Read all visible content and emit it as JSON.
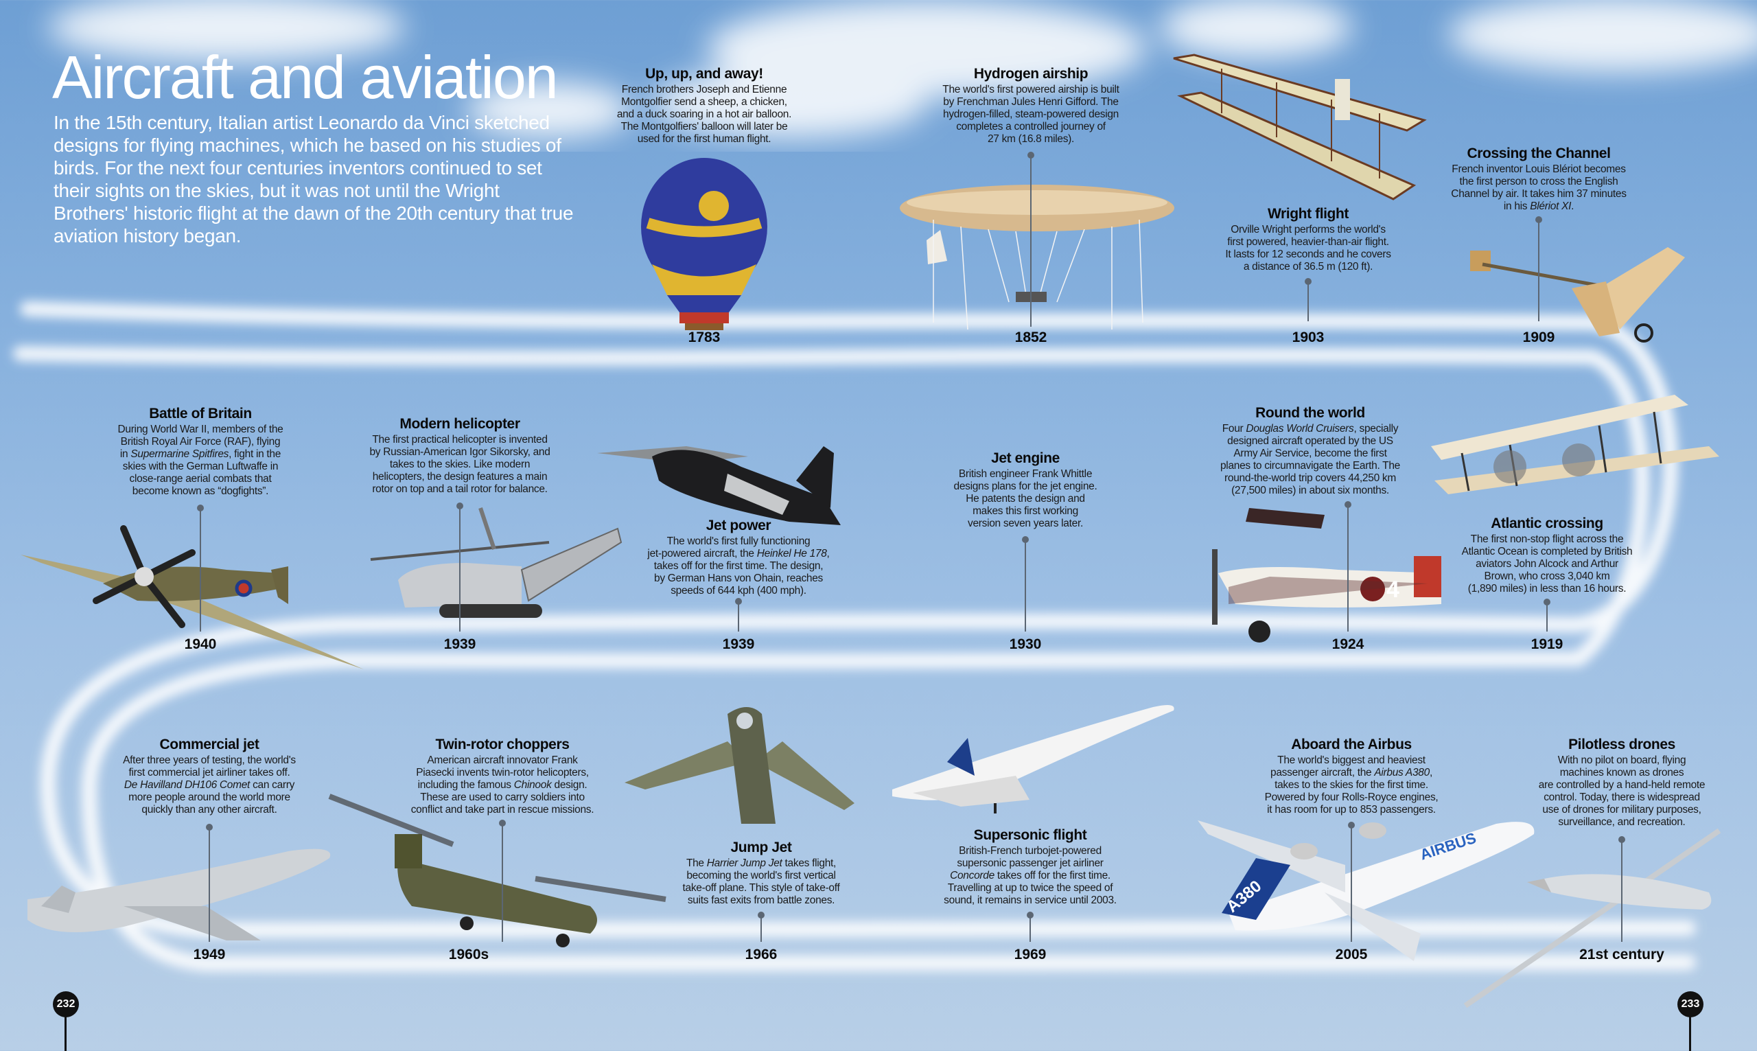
{
  "page": {
    "title": "Aircraft and aviation",
    "intro": "In the 15th century, Italian artist Leonardo da Vinci sketched designs for flying machines, which he based on his studies of birds. For the next four centuries inventors continued to set their sights on the skies, but it was not until the Wright Brothers' historic flight at the dawn of the 20th century that true aviation history began.",
    "page_left": "232",
    "page_right": "233"
  },
  "entries": [
    {
      "title": "Up, up, and away!",
      "year": "1783",
      "italic": [],
      "lines": [
        "French brothers Joseph and Etienne",
        "Montgolfier send a sheep, a chicken,",
        "and a duck soaring in a hot air balloon.",
        "The Montgolfiers' balloon will later be",
        "used for the first human flight."
      ]
    },
    {
      "title": "Hydrogen airship",
      "year": "1852",
      "italic": [],
      "lines": [
        "The world's first powered airship is built",
        "by Frenchman Jules Henri Gifford. The",
        "hydrogen-filled, steam-powered design",
        "completes a controlled journey of",
        "27 km (16.8 miles)."
      ]
    },
    {
      "title": "Wright flight",
      "year": "1903",
      "italic": [],
      "lines": [
        "Orville Wright performs the world's",
        "first powered, heavier-than-air flight.",
        "It lasts for 12 seconds and he covers",
        "a distance of 36.5 m (120 ft)."
      ]
    },
    {
      "title": "Crossing the Channel",
      "year": "1909",
      "italic": [
        "Blériot XI"
      ],
      "lines": [
        "French inventor Louis Blériot becomes",
        "the first person to cross the English",
        "Channel by air. It takes him 37 minutes",
        "in his Blériot XI."
      ]
    },
    {
      "title": "Battle of Britain",
      "year": "1940",
      "italic": [
        "Supermarine Spitfires"
      ],
      "lines": [
        "During World War II, members of the",
        "British Royal Air Force (RAF), flying",
        "in Supermarine Spitfires, fight in the",
        "skies with the German Luftwaffe in",
        "close-range aerial combats that",
        "become known as “dogfights”."
      ]
    },
    {
      "title": "Modern helicopter",
      "year": "1939",
      "italic": [],
      "lines": [
        "The first practical helicopter is invented",
        "by Russian-American Igor Sikorsky, and",
        "takes to the skies. Like modern",
        "helicopters, the design features a main",
        "rotor on top and a tail rotor for balance."
      ]
    },
    {
      "title": "Jet power",
      "year": "1939",
      "italic": [
        "Heinkel He 178"
      ],
      "lines": [
        "The world's first fully functioning",
        "jet-powered aircraft, the Heinkel He 178,",
        "takes off for the first time. The design,",
        "by German Hans von Ohain, reaches",
        "speeds of 644 kph (400 mph)."
      ]
    },
    {
      "title": "Jet engine",
      "year": "1930",
      "italic": [],
      "lines": [
        "British engineer Frank Whittle",
        "designs plans for the jet engine.",
        "He patents the design and",
        "makes this first working",
        "version seven years later."
      ]
    },
    {
      "title": "Round the world",
      "year": "1924",
      "italic": [
        "Douglas World Cruisers"
      ],
      "lines": [
        "Four Douglas World Cruisers, specially",
        "designed aircraft operated by the US",
        "Army Air Service, become the first",
        "planes to circumnavigate the Earth. The",
        "round-the-world trip covers 44,250 km",
        "(27,500 miles) in about six months."
      ]
    },
    {
      "title": "Atlantic crossing",
      "year": "1919",
      "italic": [],
      "lines": [
        "The first non-stop flight across the",
        "Atlantic Ocean is completed by British",
        "aviators John Alcock and Arthur",
        "Brown, who cross 3,040 km",
        "(1,890 miles) in less than 16 hours."
      ]
    },
    {
      "title": "Commercial jet",
      "year": "1949",
      "italic": [
        "De Havilland DH106 Comet"
      ],
      "lines": [
        "After three years of testing, the world's",
        "first commercial jet airliner takes off.",
        "De Havilland DH106 Comet can carry",
        "more people around the world more",
        "quickly than any other aircraft."
      ]
    },
    {
      "title": "Twin-rotor choppers",
      "year": "1960s",
      "italic": [
        "Chinook"
      ],
      "lines": [
        "American aircraft innovator Frank",
        "Piasecki invents twin-rotor helicopters,",
        "including the famous Chinook design.",
        "These are used to carry soldiers into",
        "conflict and take part in rescue missions."
      ]
    },
    {
      "title": "Jump Jet",
      "year": "1966",
      "italic": [
        "Harrier Jump Jet"
      ],
      "lines": [
        "The Harrier Jump Jet takes flight,",
        "becoming the world's first vertical",
        "take-off plane. This style of take-off",
        "suits fast exits from battle zones."
      ]
    },
    {
      "title": "Supersonic flight",
      "year": "1969",
      "italic": [
        "Concorde"
      ],
      "lines": [
        "British-French turbojet-powered",
        "supersonic passenger jet airliner",
        "Concorde takes off for the first time.",
        "Travelling at up to twice the speed of",
        "sound, it remains in service until 2003."
      ]
    },
    {
      "title": "Aboard the Airbus",
      "year": "2005",
      "italic": [
        "Airbus A380"
      ],
      "lines": [
        "The world's biggest and heaviest",
        "passenger aircraft, the Airbus A380,",
        "takes to the skies for the first time.",
        "Powered by four Rolls-Royce engines,",
        "it has room for up to 853 passengers."
      ]
    },
    {
      "title": "Pilotless drones",
      "year": "21st century",
      "italic": [],
      "lines": [
        "With no pilot on board, flying",
        "machines known as drones",
        "are controlled by a hand-held remote",
        "control. Today, there is widespread",
        "use of drones for military purposes,",
        "surveillance, and recreation."
      ]
    }
  ],
  "aircraft_markings": {
    "a380_tail": "A380",
    "a380_fuselage": "AIRBUS",
    "round_world_number": "4"
  },
  "colors": {
    "sky_top": "#6e9fd4",
    "sky_bottom": "#b8cfe7",
    "text": "#111111",
    "stem": "#5b6673"
  }
}
